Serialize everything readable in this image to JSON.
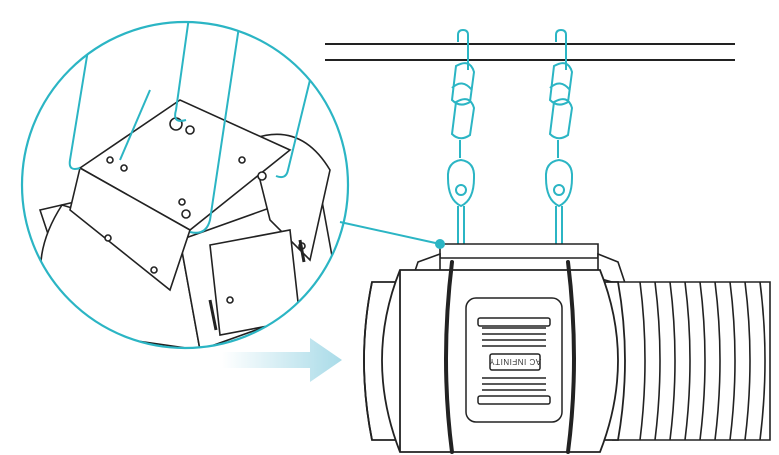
{
  "illustration": {
    "brand_label": "AC INFINITY",
    "colors": {
      "accent": "#2bb5c4",
      "line": "#222222",
      "arrow": "#bfe6ef",
      "background": "#ffffff"
    },
    "icons": [
      "zoom-callout-circle",
      "hanging-rope-ratchet",
      "direction-arrow"
    ]
  }
}
